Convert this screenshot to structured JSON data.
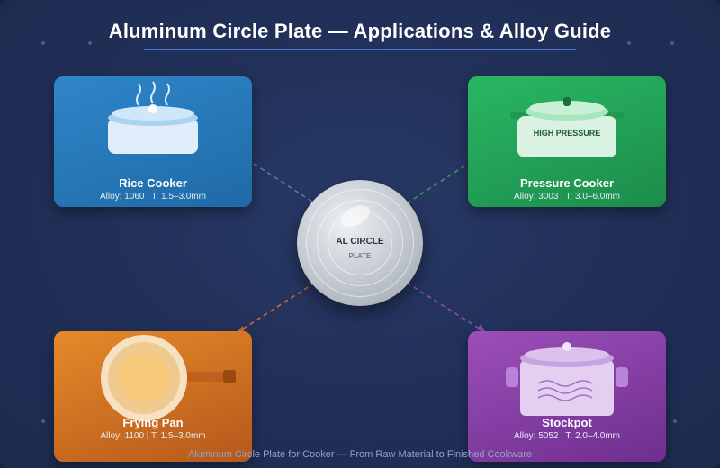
{
  "title": "Aluminum Circle Plate — Applications & Alloy Guide",
  "footer": "Aluminum Circle Plate for Cooker — From Raw Material to Finished Cookware",
  "center": {
    "label": "AL CIRCLE",
    "sublabel": "PLATE"
  },
  "applications": {
    "rice_cooker": {
      "name": "Rice Cooker",
      "spec": "Alloy: 1060 | T: 1.5–3.0mm",
      "color": "#2f86c9"
    },
    "pressure_cooker": {
      "name": "Pressure Cooker",
      "spec": "Alloy: 3003 | T: 3.0–6.0mm",
      "badge": "HIGH PRESSURE",
      "color": "#29b764"
    },
    "frying_pan": {
      "name": "Frying Pan",
      "spec": "Alloy: 1100 | T: 1.5–3.0mm",
      "color": "#e58a2a"
    },
    "stockpot": {
      "name": "Stockpot",
      "spec": "Alloy: 5052 | T: 2.0–4.0mm",
      "color": "#9b4fb8"
    }
  }
}
